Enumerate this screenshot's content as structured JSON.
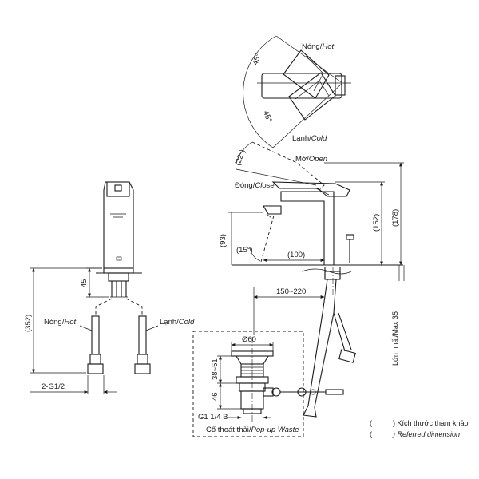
{
  "top_view": {
    "hot_label": "Nóng/",
    "hot_label_en": "Hot",
    "cold_label": "Lạnh/",
    "cold_label_en": "Cold",
    "angle_top": "45°",
    "angle_bottom": "45°"
  },
  "side_view": {
    "open_label": "Mở/",
    "open_label_en": "Open",
    "close_label": "Đóng/",
    "close_label_en": "Close",
    "angle_lever": "(22°)",
    "angle_spout": "(15°)",
    "dim_height_93": "(93)",
    "dim_reach_100": "(100)",
    "dim_152": "(152)",
    "dim_178": "(178)",
    "dim_spacing": "150~220",
    "max_thickness": "Lớn nhất/Max 35"
  },
  "front_view": {
    "dim_352": "(352)",
    "dim_45": "45",
    "hot_label": "Nóng/",
    "hot_label_en": "Hot",
    "cold_label": "Lạnh/",
    "cold_label_en": "Cold",
    "thread": "2-G1/2"
  },
  "waste_view": {
    "diameter": "Ø60",
    "dim_38_51": "38~51",
    "dim_46": "46",
    "thread": "G1 1/4 B",
    "caption": "Cổ thoát thải/",
    "caption_en": "Pop-up Waste"
  },
  "legend": {
    "paren_open_1": "(",
    "paren_close_1": ") Kích thước tham khảo",
    "paren_open_2": "(",
    "paren_close_2": ") Referred dimension"
  }
}
